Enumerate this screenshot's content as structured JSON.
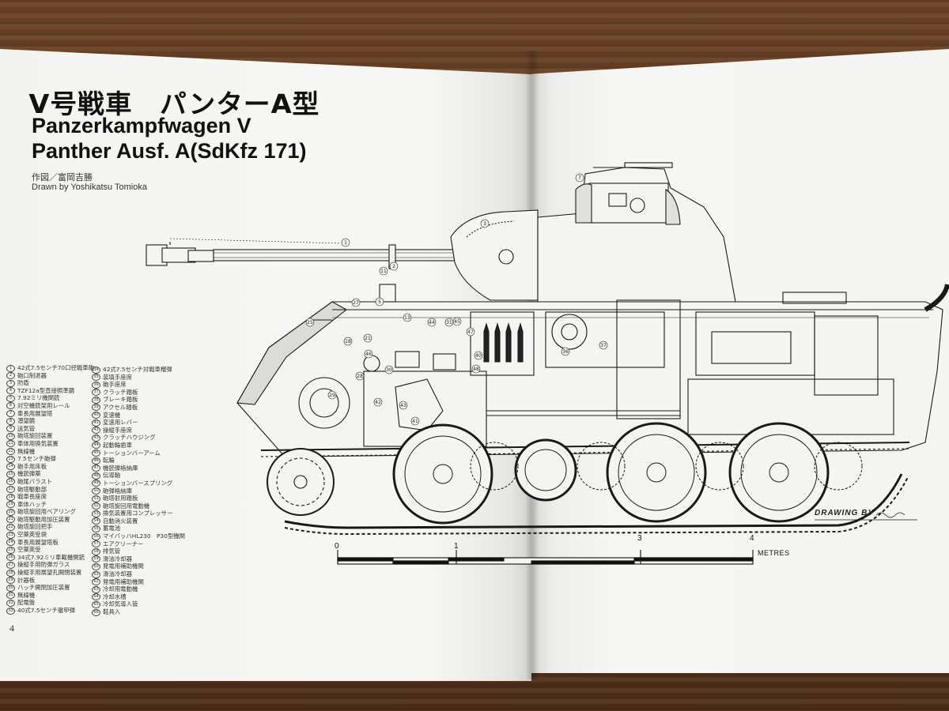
{
  "page": {
    "title_jp": "V号戦車　パンターA型",
    "title_en_line1": "Panzerkampfwagen V",
    "title_en_line2": "Panther Ausf. A(SdKfz 171)",
    "credit_jp": "作図／富岡吉勝",
    "credit_en": "Drawn by Yoshikatsu Tomioka",
    "page_number": "4"
  },
  "legend": {
    "column1": [
      {
        "n": "1",
        "label": "42式7.5センチ70口径戦車砲"
      },
      {
        "n": "2",
        "label": "砲口制退器"
      },
      {
        "n": "3",
        "label": "防盾"
      },
      {
        "n": "4",
        "label": "TZF12a型直接照準鏡"
      },
      {
        "n": "5",
        "label": "7.92ミリ機関銃"
      },
      {
        "n": "6",
        "label": "対空機銃架用レール"
      },
      {
        "n": "7",
        "label": "車長用展望塔"
      },
      {
        "n": "8",
        "label": "潜望鏡"
      },
      {
        "n": "9",
        "label": "送気管"
      },
      {
        "n": "10",
        "label": "砲塔旋回装置"
      },
      {
        "n": "11",
        "label": "車体用換気装置"
      },
      {
        "n": "12",
        "label": "無線機"
      },
      {
        "n": "13",
        "label": "7.5センチ砲弾"
      },
      {
        "n": "14",
        "label": "砲手用床板"
      },
      {
        "n": "15",
        "label": "機銃弾薬"
      },
      {
        "n": "16",
        "label": "砲尾バラスト"
      },
      {
        "n": "17",
        "label": "砲塔駆動部"
      },
      {
        "n": "18",
        "label": "戦車長座席"
      },
      {
        "n": "19",
        "label": "車体ハッチ"
      },
      {
        "n": "20",
        "label": "砲塔旋回用ベアリング"
      },
      {
        "n": "21",
        "label": "砲塔駆動用加圧装置"
      },
      {
        "n": "22",
        "label": "砲塔旋回把手"
      },
      {
        "n": "23",
        "label": "空薬莢受袋"
      },
      {
        "n": "24",
        "label": "車長用展望塔板"
      },
      {
        "n": "25",
        "label": "空薬莢受"
      },
      {
        "n": "26",
        "label": "34式7.92ミリ車載機関銃"
      },
      {
        "n": "27",
        "label": "操縦手用防弾ガラス"
      },
      {
        "n": "28",
        "label": "操縦手用展望孔開閉装置"
      },
      {
        "n": "29",
        "label": "計器板"
      },
      {
        "n": "30",
        "label": "ハッチ開閉加圧装置"
      },
      {
        "n": "31",
        "label": "無線機"
      },
      {
        "n": "32",
        "label": "配電盤"
      },
      {
        "n": "33",
        "label": "40式7.5センチ徹甲弾"
      }
    ],
    "column2": [
      {
        "n": "34",
        "label": "42式7.5センチ対戦車榴弾"
      },
      {
        "n": "35",
        "label": "装填手座席"
      },
      {
        "n": "36",
        "label": "砲手座席"
      },
      {
        "n": "37",
        "label": "クラッチ踏板"
      },
      {
        "n": "38",
        "label": "ブレーキ踏板"
      },
      {
        "n": "39",
        "label": "アクセル踏板"
      },
      {
        "n": "40",
        "label": "変速機"
      },
      {
        "n": "41",
        "label": "変速用レバー"
      },
      {
        "n": "42",
        "label": "操縦手座席"
      },
      {
        "n": "43",
        "label": "クラッチハウジング"
      },
      {
        "n": "44",
        "label": "起動輪歯車"
      },
      {
        "n": "45",
        "label": "トーションバーアーム"
      },
      {
        "n": "46",
        "label": "転輪"
      },
      {
        "n": "47",
        "label": "機銃弾格納庫"
      },
      {
        "n": "48",
        "label": "伝導軸"
      },
      {
        "n": "49",
        "label": "トーションバースプリング"
      },
      {
        "n": "50",
        "label": "砲弾格納庫"
      },
      {
        "n": "51",
        "label": "砲塔射用踏板"
      },
      {
        "n": "52",
        "label": "砲塔旋回用電動機"
      },
      {
        "n": "53",
        "label": "換気装置用コンプレッサー"
      },
      {
        "n": "54",
        "label": "自動消火装置"
      },
      {
        "n": "55",
        "label": "蓄電池"
      },
      {
        "n": "56",
        "label": "マイバッハHL230　P30型機関"
      },
      {
        "n": "57",
        "label": "エアクリーナー"
      },
      {
        "n": "58",
        "label": "排気管"
      },
      {
        "n": "59",
        "label": "滑油冷却器"
      },
      {
        "n": "60",
        "label": "発電用補助機関"
      },
      {
        "n": "61",
        "label": "滑油冷却器"
      },
      {
        "n": "62",
        "label": "発電用補助機関"
      },
      {
        "n": "63",
        "label": "冷却用電動機"
      },
      {
        "n": "64",
        "label": "冷却水槽"
      },
      {
        "n": "65",
        "label": "冷却気導入管"
      },
      {
        "n": "66",
        "label": "鞋具入"
      }
    ]
  },
  "drawing": {
    "drawing_by": "DRAWING BY",
    "scale_ticks": [
      "0",
      "1",
      "3",
      "4"
    ],
    "scale_unit": "METRES",
    "callouts": [
      "1",
      "2",
      "3",
      "5",
      "7",
      "11",
      "13",
      "18",
      "21",
      "25",
      "27",
      "28",
      "29",
      "30",
      "31",
      "36",
      "37",
      "40",
      "41",
      "42",
      "43",
      "44",
      "45",
      "46",
      "47",
      "48"
    ]
  }
}
